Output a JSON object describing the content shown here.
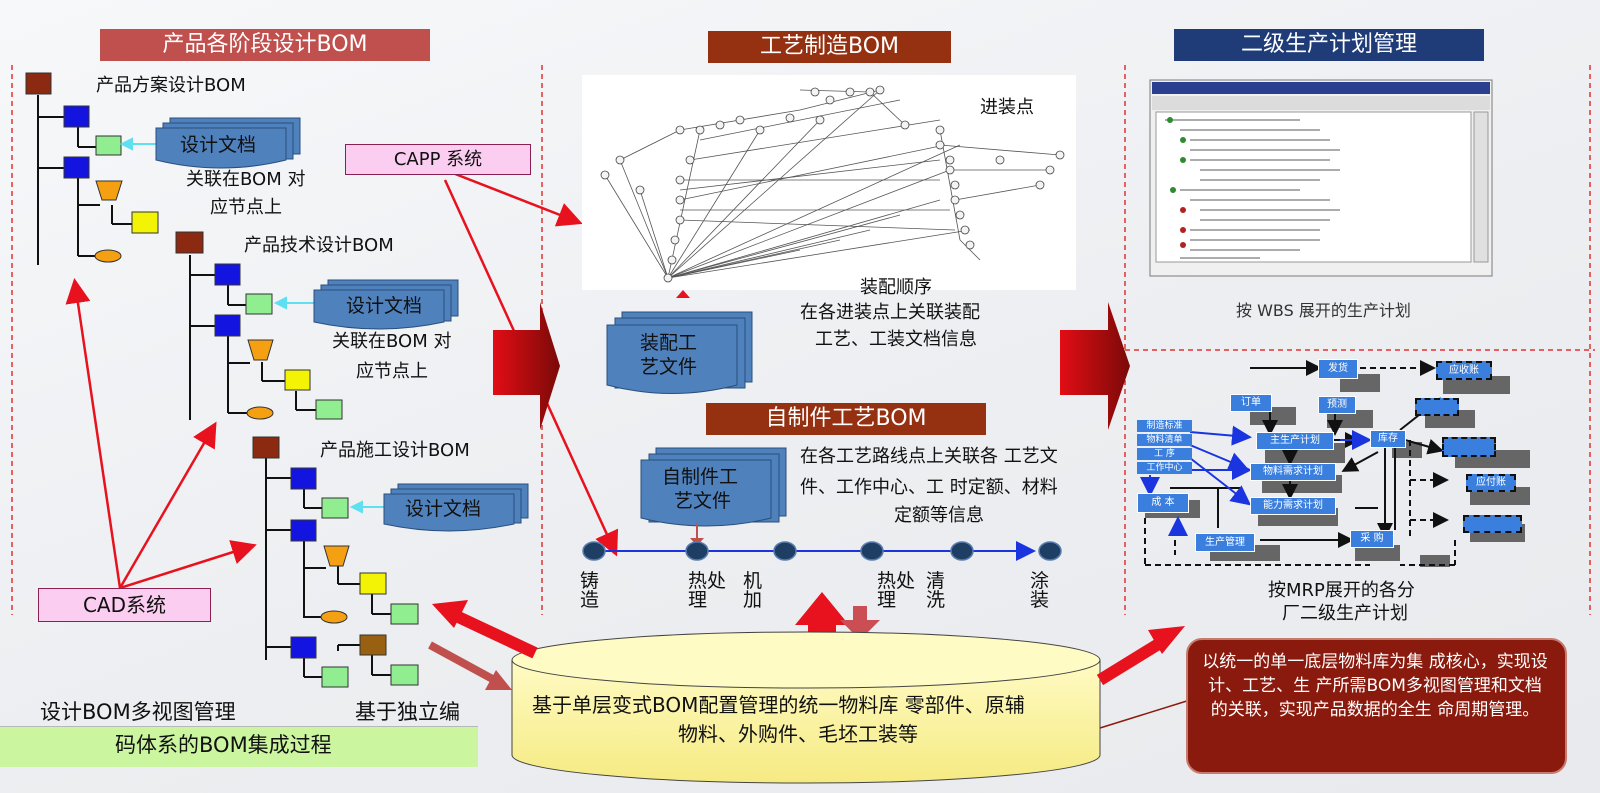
{
  "headers": {
    "design_bom": "产品各阶段设计BOM",
    "process_bom": "工艺制造BOM",
    "plan": "二级生产计划管理",
    "self_made": "自制件工艺BOM"
  },
  "design": {
    "scheme_bom": "产品方案设计BOM",
    "tech_bom": "产品技术设计BOM",
    "construct_bom": "产品施工设计BOM",
    "doc_label": "设计文档",
    "assoc_line1": "关联在BOM 对",
    "assoc_line2": "应节点上",
    "multi_view": "设计BOM多视图管理",
    "independent": "基于独立编",
    "integration": "码体系的BOM集成过程"
  },
  "systems": {
    "capp": "CAPP 系统",
    "cad": "CAD系统"
  },
  "process": {
    "entry_point": "进装点",
    "assembly_doc_line1": "装配工",
    "assembly_doc_line2": "艺文件",
    "assembly_order": "装配顺序",
    "assembly_desc_line1": "在各进装点上关联装配",
    "assembly_desc_line2": "工艺、工装文档信息",
    "selfmade_doc_line1": "自制件工",
    "selfmade_doc_line2": "艺文件",
    "selfmade_desc_line1": "在各工艺路线点上关联各 工艺文",
    "selfmade_desc_line2": "件、工作中心、工 时定额、材料",
    "selfmade_desc_line3": "定额等信息",
    "route_steps": [
      "铸造",
      "热处理",
      "机加",
      "热处理",
      "清洗",
      "涂装"
    ]
  },
  "plan": {
    "wbs_caption": "按 WBS 展开的生产计划",
    "mrp_caption_line1": "按MRP展开的各分",
    "mrp_caption_line2": "厂二级生产计划",
    "mrp_nodes": {
      "shipping": "发货",
      "receivable": "应收账",
      "order": "订单",
      "forecast": "预测",
      "std": "制造标准",
      "bom": "物料清单",
      "process": "工 序",
      "workcenter": "工作中心",
      "mps": "主生产计划",
      "inventory": "库存",
      "mrp": "物料需求计划",
      "crp": "能力需求计划",
      "cost": "成 本",
      "production": "生产管理",
      "purchase": "采 购",
      "payable": "应付账"
    }
  },
  "core": {
    "db_line1": "基于单层变式BOM配置管理的统一物料库 零部件、原辅",
    "db_line2": "物料、外购件、毛坯工装等",
    "summary": "以统一的单一底层物料库为集 成核心，实现设计、工艺、生 产所需BOM多视图管理和文档 的关联，实现产品数据的全生 命周期管理。"
  },
  "colors": {
    "banner_red": "#c0504d",
    "banner_brown": "#953011",
    "banner_navy": "#1f3c78",
    "arrow_red": "#e8111e",
    "doc_blue": "#4f81bd",
    "summary_brown": "#8b1a0e",
    "db_yellow": "#fdf7a8",
    "route_blue": "#1f3e63",
    "green_bar": "#ccf5a0"
  }
}
